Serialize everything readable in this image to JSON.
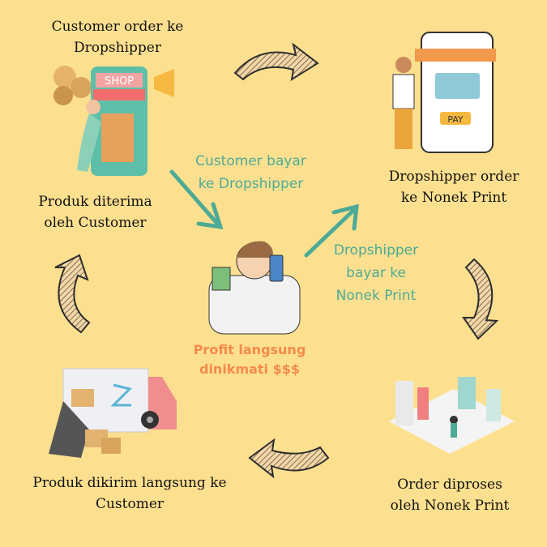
{
  "steps": {
    "customer_order": "Customer order ke Dropshipper",
    "dropshipper_order": "Dropshipper order ke Nonek Print",
    "order_processed": "Order diproses oleh Nonek Print",
    "product_shipped": "Produk dikirim langsung ke Customer",
    "product_received": "Produk diterima oleh Customer"
  },
  "payments": {
    "customer_pays": "Customer bayar ke Dropshipper",
    "dropshipper_pays": "Dropshipper bayar ke Nonek Print"
  },
  "center": {
    "profit": "Profit langsung dinikmati $$$"
  },
  "illustrations": {
    "shop_sign": "SHOP",
    "pay_button": "PAY"
  },
  "colors": {
    "background": "#fde08f",
    "teal": "#4daa96",
    "orange": "#f58a4b",
    "arrow_fill": "#f3d7a6"
  }
}
